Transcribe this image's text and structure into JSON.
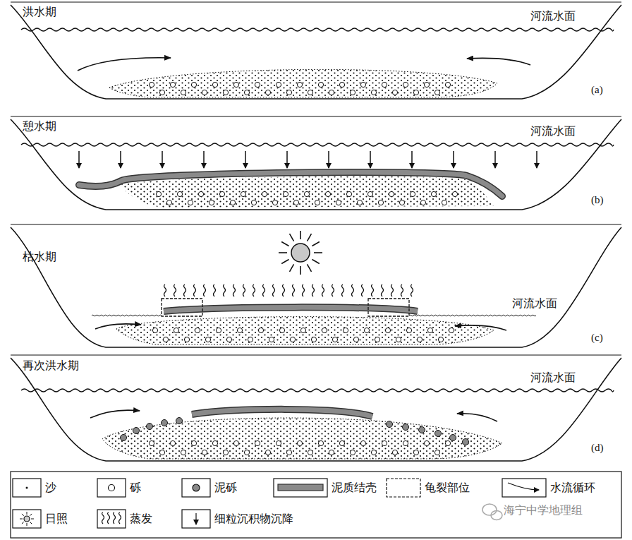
{
  "diagram": {
    "labels": [
      "洪水期",
      "河流水面",
      "(a)",
      "憩水期",
      "河流水面",
      "(b)",
      "枯水期",
      "河流水面",
      "(c)",
      "再次洪水期",
      "河流水面",
      "(d)",
      "海宁中学地理组"
    ],
    "legend": [
      {
        "text": "沙"
      },
      {
        "text": "砾"
      },
      {
        "text": "泥砾"
      },
      {
        "text": "泥质结壳"
      },
      {
        "text": "龟裂部位"
      },
      {
        "text": "水流循环"
      },
      {
        "text": "日照"
      },
      {
        "text": "蒸发"
      },
      {
        "text": "细粒沉积物沉降"
      }
    ]
  }
}
